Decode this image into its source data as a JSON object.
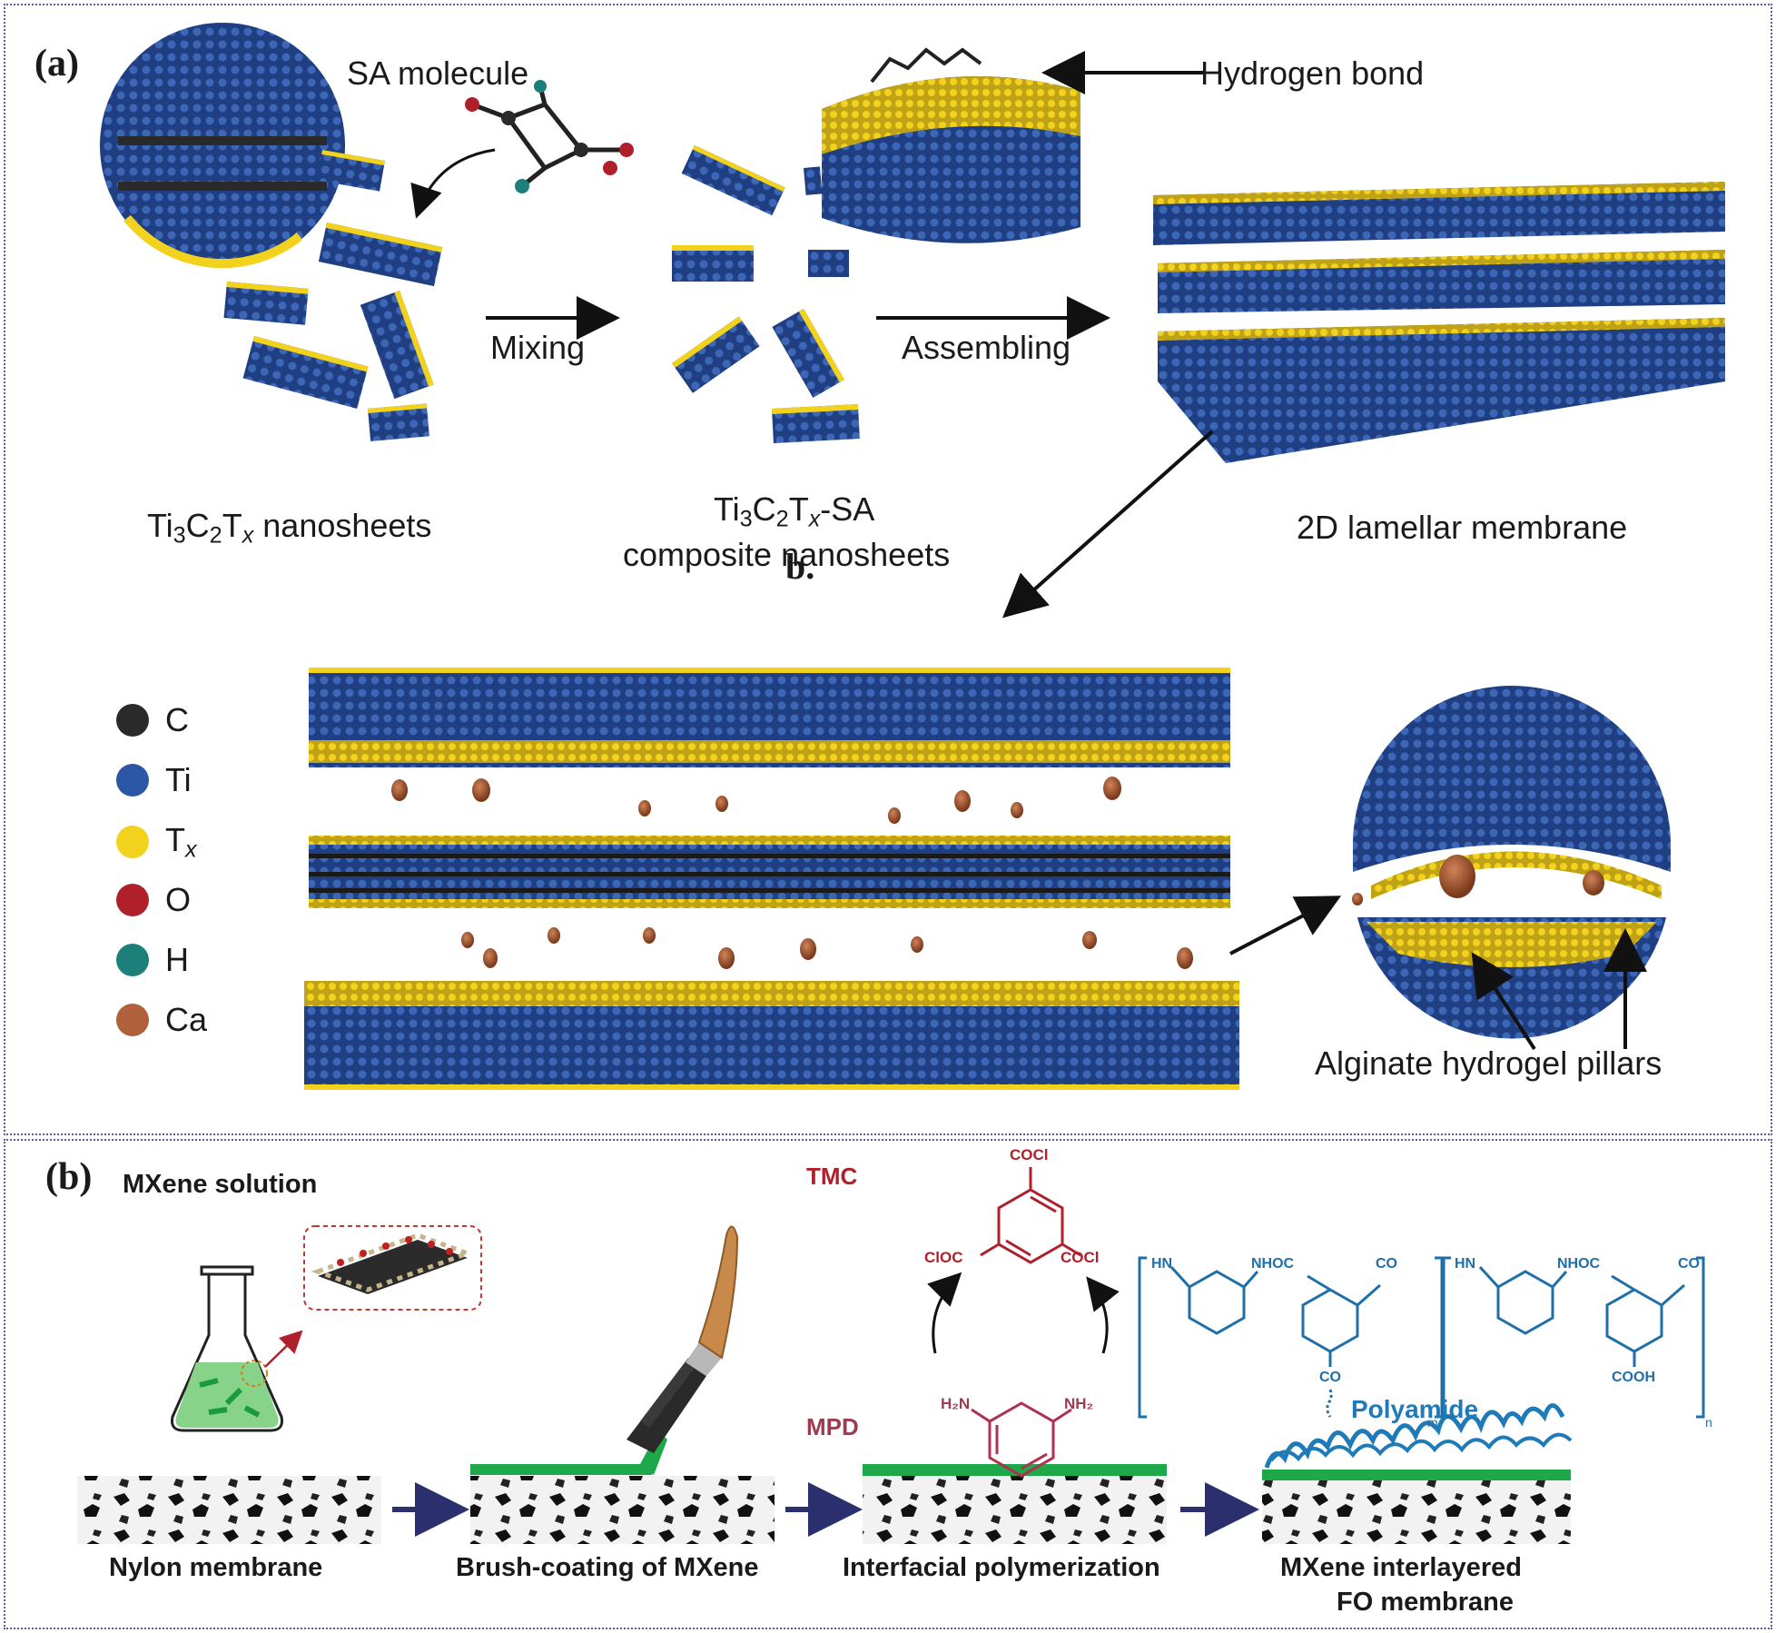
{
  "panel_a": {
    "letter": "(a)",
    "sa_molecule": "SA molecule",
    "hydrogen_bond": "Hydrogen bond",
    "mixing": "Mixing",
    "assembling": "Assembling",
    "nanosheets_label": {
      "t1": "Ti",
      "s1": "3",
      "t2": "C",
      "s2": "2",
      "t3": "T",
      "s3": "x",
      "t4": " nanosheets"
    },
    "composite_label": {
      "t1": "Ti",
      "s1": "3",
      "t2": "C",
      "s2": "2",
      "t3": "T",
      "s3": "x",
      "t4": "-SA",
      "line2": "composite nanosheets"
    },
    "membrane_label": "2D lamellar membrane",
    "overlap_letter": "b.",
    "pillars_label": "Alginate hydrogel pillars",
    "legend": [
      {
        "label": "C",
        "color": "#2a2a2a"
      },
      {
        "label": "Ti",
        "color": "#2b57a6"
      },
      {
        "label": "T",
        "sub": "x",
        "color": "#f2d21c"
      },
      {
        "label": "O",
        "color": "#b0202a"
      },
      {
        "label": "H",
        "color": "#1d7f7a"
      },
      {
        "label": "Ca",
        "color": "#b0603a"
      }
    ]
  },
  "panel_b": {
    "letter": "(b)",
    "mxene_solution": "MXene solution",
    "tmc": "TMC",
    "mpd": "MPD",
    "polyamide": "Polyamide",
    "steps": [
      {
        "label": "Nylon membrane"
      },
      {
        "label": "Brush-coating of MXene"
      },
      {
        "label": "Interfacial polymerization"
      },
      {
        "label": "MXene interlayered",
        "line2": "FO membrane"
      }
    ],
    "chem": {
      "cocl_top": "COCl",
      "cocl_left": "ClOC",
      "cocl_right": "COCl",
      "h2n": "H₂N",
      "nh2": "NH₂",
      "hn1": "HN",
      "nhoc1": "NHOC",
      "co1": "CO",
      "co_bottom": "CO",
      "m": "m",
      "hn2": "HN",
      "nhoc2": "NHOC",
      "co2": "CO",
      "cooh": "COOH",
      "n": "n"
    }
  }
}
